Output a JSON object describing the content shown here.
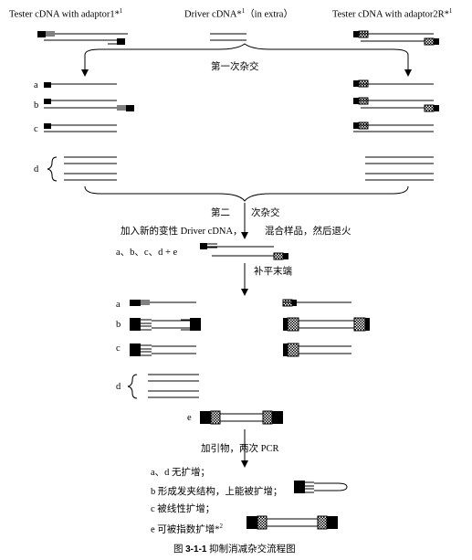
{
  "header": {
    "tester1": "Tester cDNA with adaptor1*",
    "tester1_sup": "1",
    "driver": "Driver cDNA*",
    "driver_sup": "1",
    "driver_extra": "（in extra）",
    "tester2": "Tester cDNA with adaptor2R*",
    "tester2_sup": "1"
  },
  "first_hybridization": {
    "label": "第一次杂交",
    "rows": [
      "a",
      "b",
      "c",
      "d"
    ]
  },
  "second_hybridization": {
    "label_part1": "第二",
    "label_part2": "次杂交",
    "instruction_part1": "加入新的变性 Driver cDNA，",
    "instruction_part2": "混合样品，然后退火",
    "combined_label": "a、b、c、d + e"
  },
  "fill_in": {
    "label": "补平末端",
    "rows": [
      "a",
      "b",
      "c",
      "d",
      "e"
    ]
  },
  "pcr": {
    "label": "加引物，两次 PCR"
  },
  "results": {
    "line1": "a、d 无扩增；",
    "line2": "b 形成发夹结构，上能被扩增；",
    "line3": "c 被线性扩增；",
    "line4": "e 可被指数扩增*",
    "line4_sup": "2"
  },
  "caption": {
    "prefix": "图 ",
    "number": "3-1-1",
    "title": "  抑制消减杂交流程图"
  }
}
